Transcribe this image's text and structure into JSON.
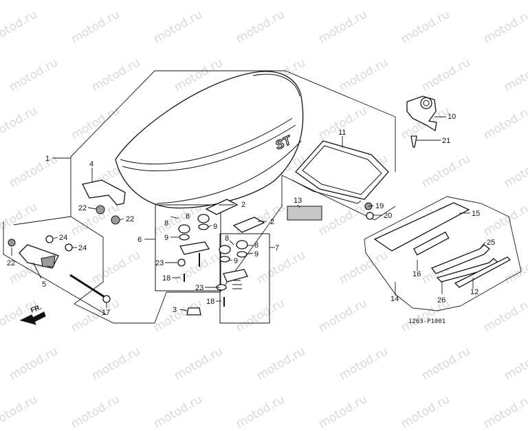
{
  "watermark_text": "motod.ru",
  "diagram_code": "1263-P1001",
  "direction_label": "FR.",
  "seat_logo_text": "ST",
  "callouts": {
    "c1": "1",
    "c2a": "2",
    "c2b": "2",
    "c3": "3",
    "c4": "4",
    "c5": "5",
    "c6": "6",
    "c7": "7",
    "c8a": "8",
    "c8b": "8",
    "c8c": "8",
    "c8d": "8",
    "c9a": "9",
    "c9b": "9",
    "c9c": "9",
    "c9d": "9",
    "c10": "10",
    "c11": "11",
    "c12": "12",
    "c13": "13",
    "c14": "14",
    "c15": "15",
    "c16": "16",
    "c17": "17",
    "c18a": "18",
    "c18b": "18",
    "c19": "19",
    "c20": "20",
    "c21": "21",
    "c22a": "22",
    "c22b": "22",
    "c22c": "22",
    "c23a": "23",
    "c23b": "23",
    "c24a": "24",
    "c24b": "24",
    "c25": "25",
    "c26": "26"
  }
}
